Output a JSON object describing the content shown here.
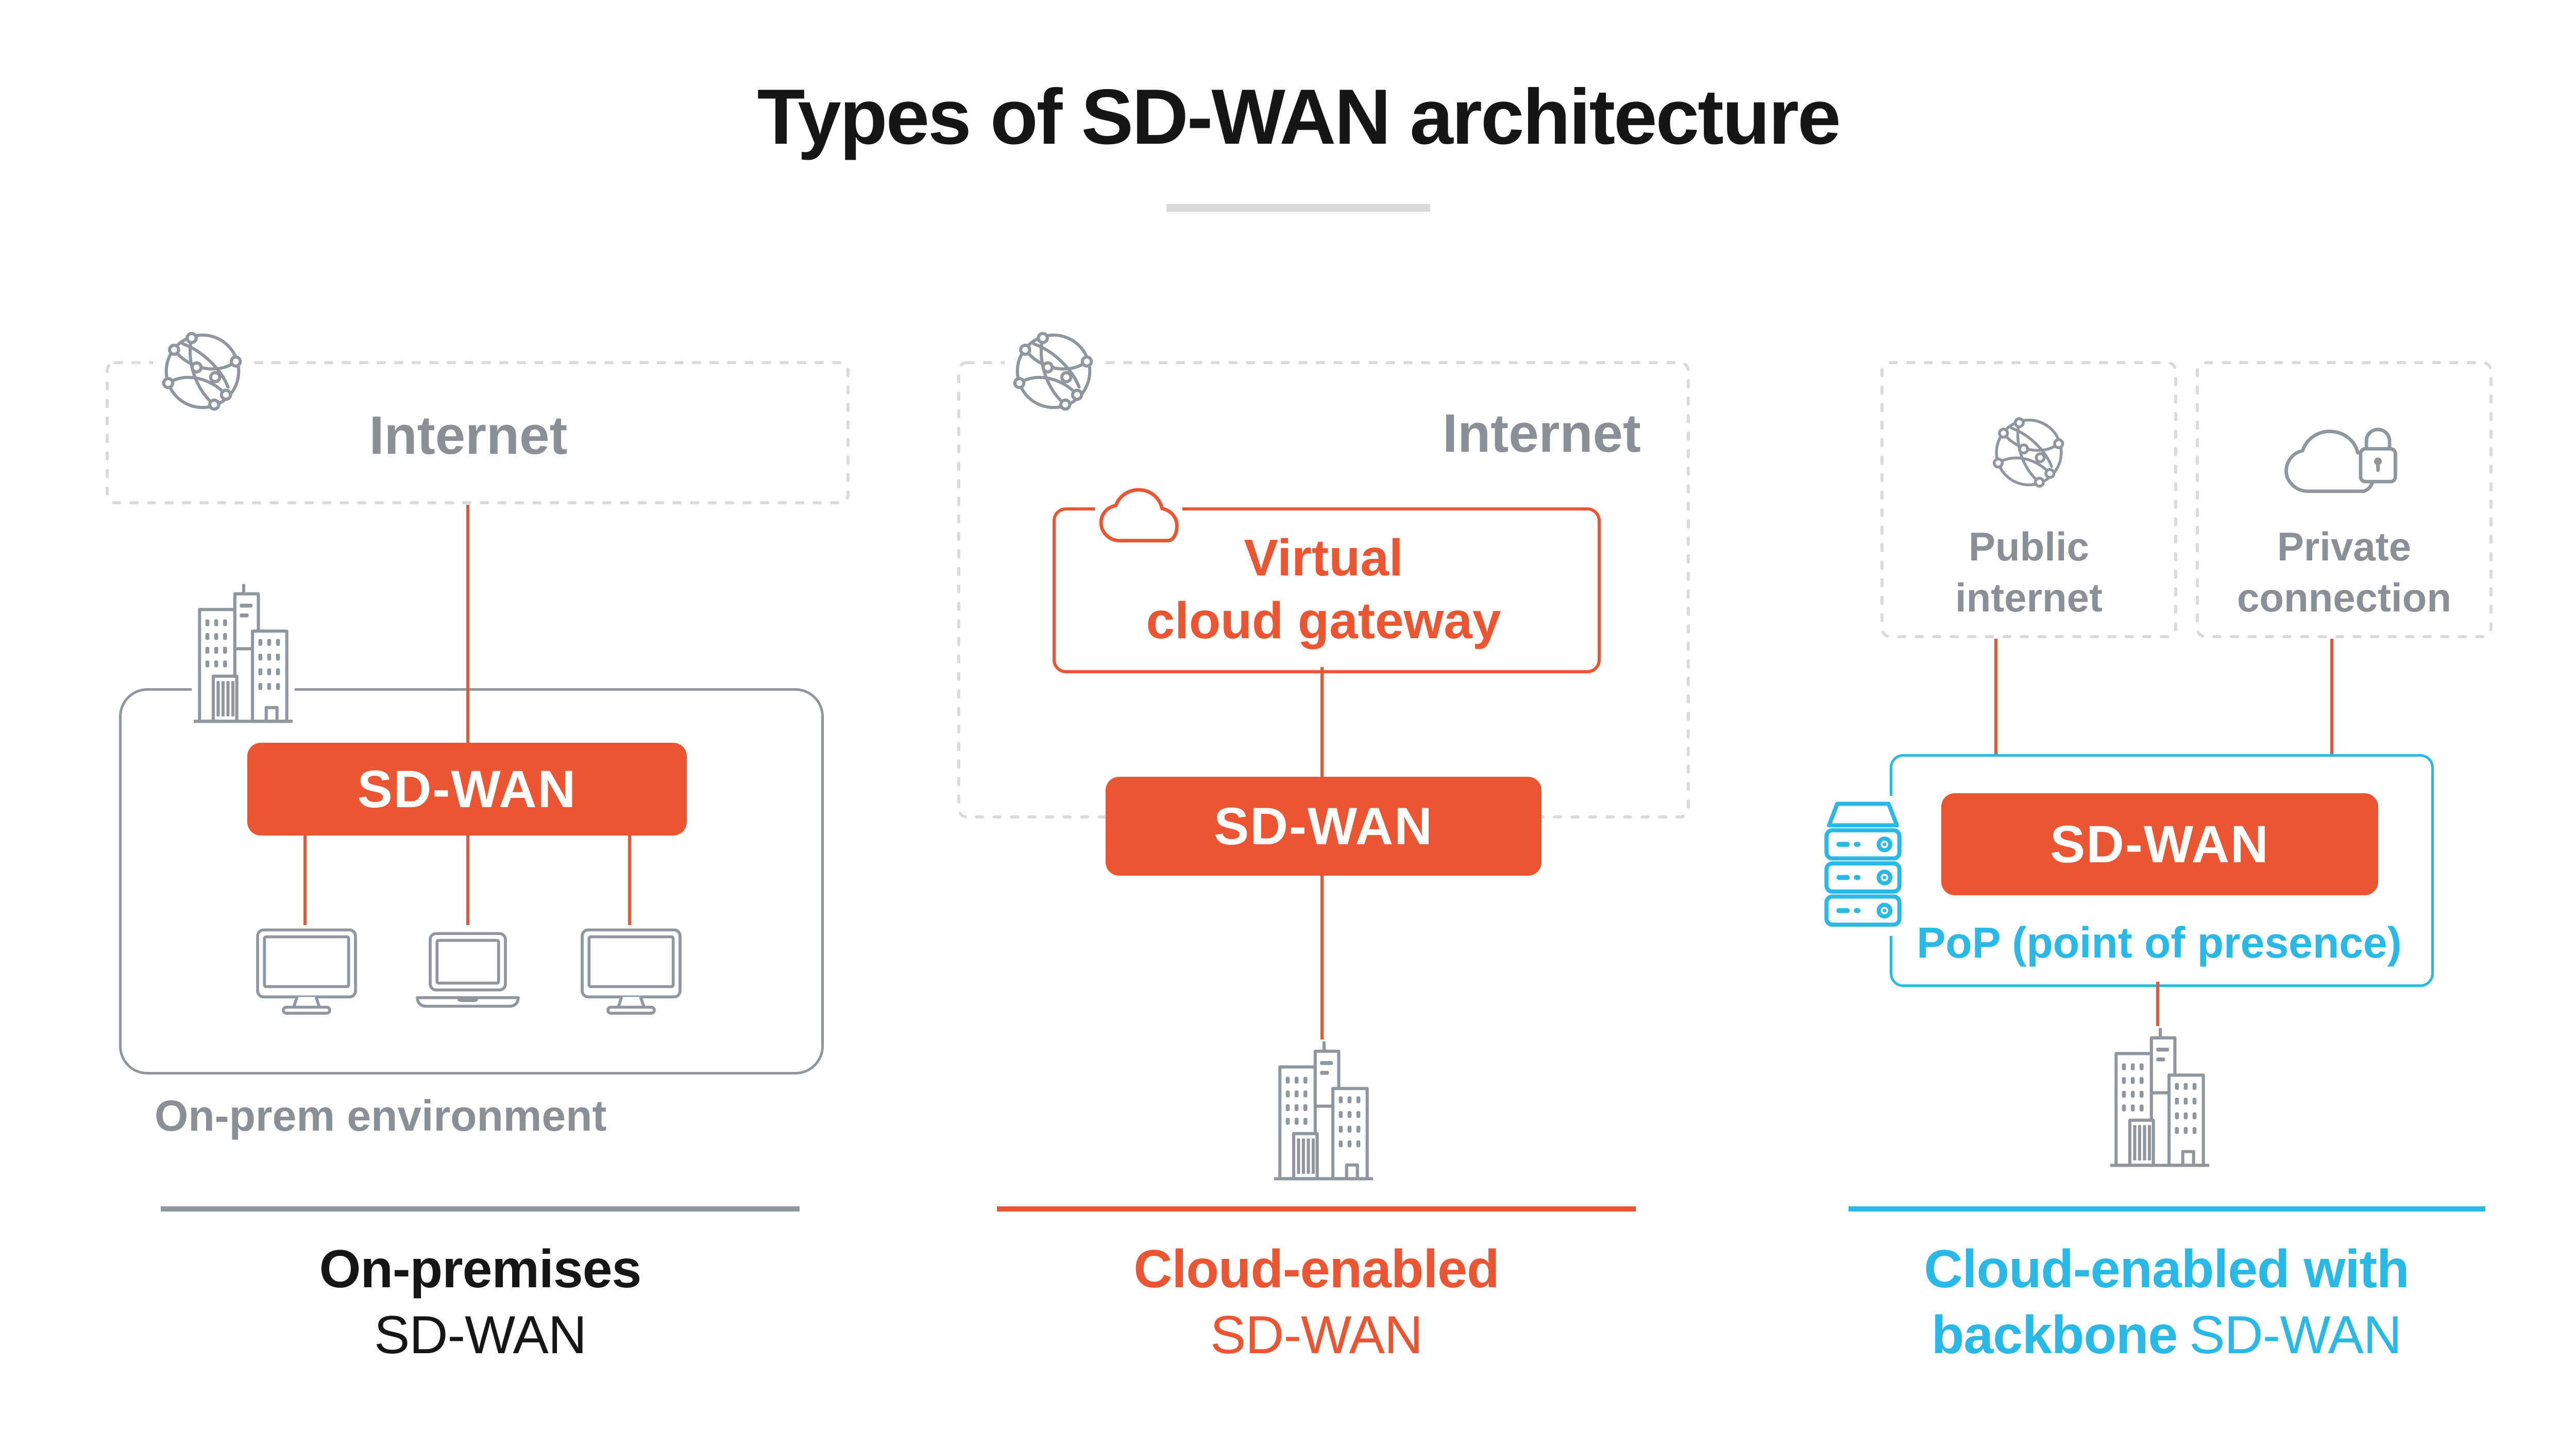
{
  "title": "Types of SD-WAN architecture",
  "colors": {
    "accent-orange": "#EB5532",
    "accent-cyan": "#29B9E6",
    "ink": "#161616",
    "text-gray": "#8A9096",
    "icon-gray": "#8F969D",
    "dash-gray": "#D8DADB",
    "rule-gray": "#8F969D",
    "underline-gray": "#D9D9D9"
  },
  "columns": {
    "on_premises": {
      "internet_label": "Internet",
      "sdwan_label": "SD-WAN",
      "environment_label": "On-prem environment",
      "caption_line1": "On-premises",
      "caption_line2": "SD-WAN"
    },
    "cloud_enabled": {
      "internet_label": "Internet",
      "gateway_line1": "Virtual",
      "gateway_line2": "cloud gateway",
      "sdwan_label": "SD-WAN",
      "caption_line1": "Cloud-enabled",
      "caption_line2": "SD-WAN"
    },
    "cloud_backbone": {
      "public_line1": "Public",
      "public_line2": "internet",
      "private_line1": "Private",
      "private_line2": "connection",
      "sdwan_label": "SD-WAN",
      "pop_label": "PoP (point of presence)",
      "caption_line1": "Cloud-enabled with",
      "caption_line2_bold": "backbone",
      "caption_line2_regular": "SD-WAN"
    }
  }
}
